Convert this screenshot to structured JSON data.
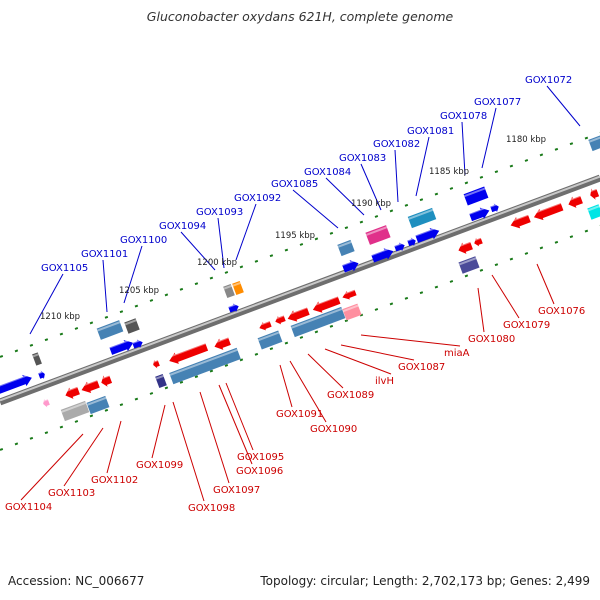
{
  "title": "Gluconobacter oxydans 621H, complete genome",
  "footer": {
    "accession": "Accession: NC_006677",
    "stats": "Topology: circular; Length: 2,702,173 bp; Genes: 2,499"
  },
  "colors": {
    "backbone": "#8a8a8a",
    "forward_label": "#0000cc",
    "reverse_label": "#cc0000",
    "forward_feature": "#0000ee",
    "reverse_feature": "#ee0000",
    "tick": "#1a7a1a"
  },
  "kbp_ticks": [
    "1180 kbp",
    "1185 kbp",
    "1190 kbp",
    "1195 kbp",
    "1200 kbp",
    "1205 kbp",
    "1210 kbp"
  ],
  "forward_labels": [
    "GOX1072",
    "GOX1077",
    "GOX1078",
    "GOX1081",
    "GOX1082",
    "GOX1083",
    "GOX1084",
    "GOX1085",
    "GOX1092",
    "GOX1093",
    "GOX1094",
    "GOX1100",
    "GOX1101",
    "GOX1105"
  ],
  "reverse_labels": [
    "GOX1076",
    "GOX1079",
    "GOX1080",
    "miaA",
    "GOX1087",
    "ilvH",
    "GOX1089",
    "GOX1090",
    "GOX1091",
    "GOX1095",
    "GOX1096",
    "GOX1097",
    "GOX1098",
    "GOX1099",
    "GOX1102",
    "GOX1103",
    "GOX1104"
  ]
}
